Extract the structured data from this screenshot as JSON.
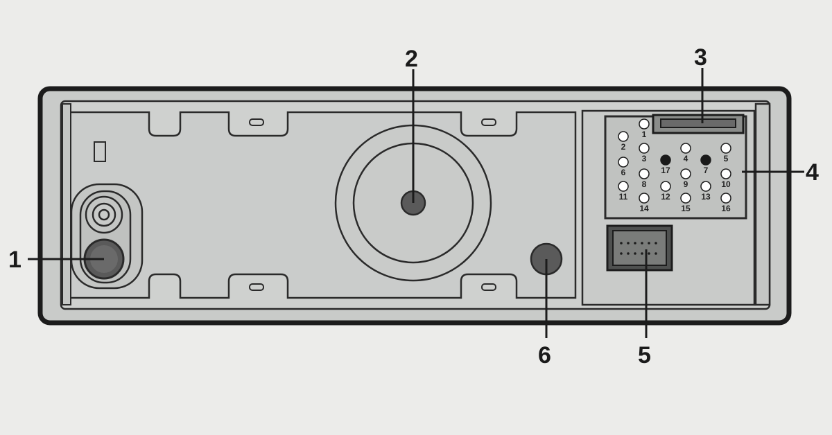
{
  "diagram": {
    "colors": {
      "background": "#ececea",
      "panel": "#c9cbc9",
      "outline": "#1c1c1c",
      "dark_fill": "#5a5a5a",
      "pin_white": "#ffffff",
      "pin_black": "#1a1a1a"
    },
    "callouts": [
      {
        "id": "1",
        "label": "1"
      },
      {
        "id": "2",
        "label": "2"
      },
      {
        "id": "3",
        "label": "3"
      },
      {
        "id": "4",
        "label": "4"
      },
      {
        "id": "5",
        "label": "5"
      },
      {
        "id": "6",
        "label": "6"
      }
    ],
    "connector_pins": [
      {
        "label": "1",
        "color": "white"
      },
      {
        "label": "2",
        "color": "white"
      },
      {
        "label": "3",
        "color": "white"
      },
      {
        "label": "4",
        "color": "white"
      },
      {
        "label": "5",
        "color": "white"
      },
      {
        "label": "6",
        "color": "white"
      },
      {
        "label": "17",
        "color": "black"
      },
      {
        "label": "7",
        "color": "black"
      },
      {
        "label": "8",
        "color": "white"
      },
      {
        "label": "9",
        "color": "white"
      },
      {
        "label": "10",
        "color": "white"
      },
      {
        "label": "11",
        "color": "white"
      },
      {
        "label": "12",
        "color": "white"
      },
      {
        "label": "13",
        "color": "white"
      },
      {
        "label": "14",
        "color": "white"
      },
      {
        "label": "15",
        "color": "white"
      },
      {
        "label": "16",
        "color": "white"
      }
    ]
  }
}
